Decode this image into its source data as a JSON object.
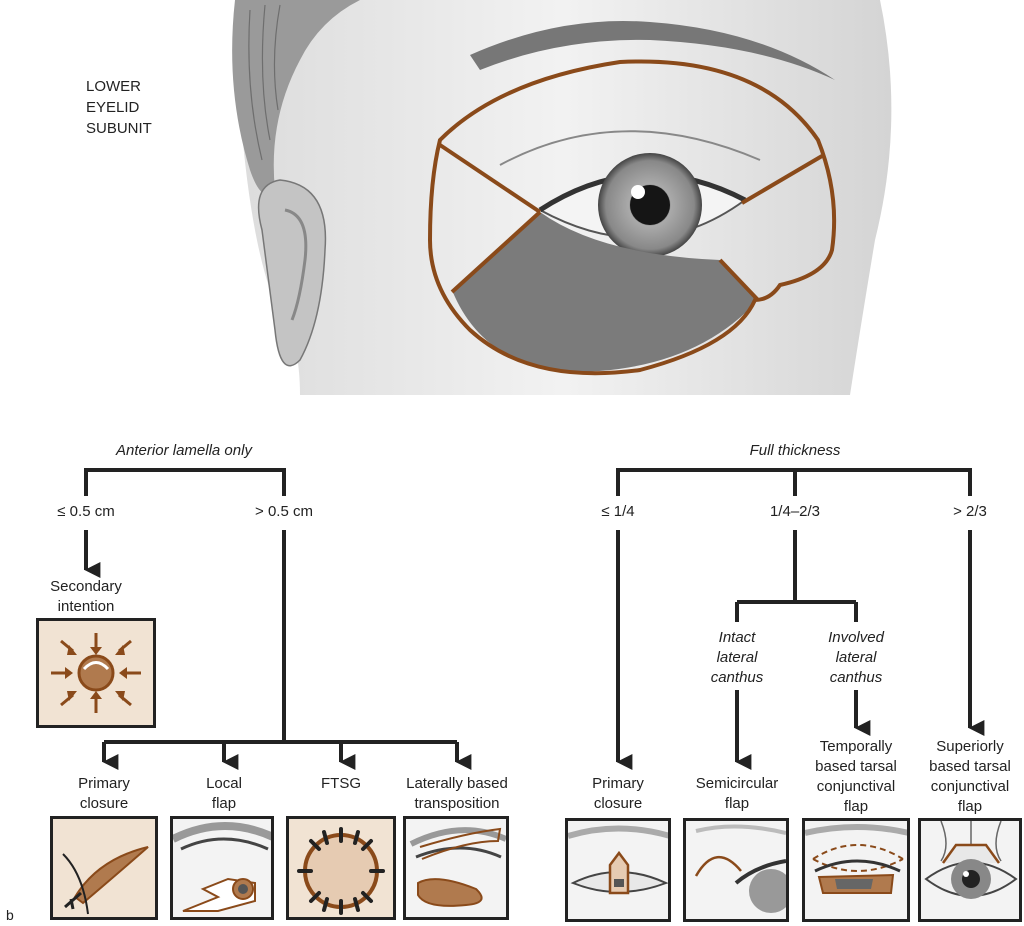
{
  "subunit_label": [
    "LOWER",
    "EYELID",
    "SUBUNIT"
  ],
  "colors": {
    "brown": "#8a4a1a",
    "shade": "#7b7b7b",
    "line": "#222222",
    "tan": "#f1e3d3"
  },
  "anterior": {
    "heading": "Anterior lamella only",
    "small": "≤ 0.5 cm",
    "large": "> 0.5 cm",
    "secondary_intention": [
      "Secondary",
      "intention"
    ]
  },
  "full": {
    "heading": "Full thickness",
    "q1": "≤ 1/4",
    "q2": "1/4–2/3",
    "q3": "> 2/3",
    "intact": [
      "Intact",
      "lateral",
      "canthus"
    ],
    "involved": [
      "Involved",
      "lateral",
      "canthus"
    ]
  },
  "options": {
    "primary_closure_a": [
      "Primary",
      "closure"
    ],
    "local_flap": [
      "Local",
      "flap"
    ],
    "ftsg": "FTSG",
    "laterally_based": [
      "Laterally based",
      "transposition"
    ],
    "primary_closure_b": [
      "Primary",
      "closure"
    ],
    "semicircular": [
      "Semicircular",
      "flap"
    ],
    "temporally_based": [
      "Temporally",
      "based tarsal",
      "conjunctival",
      "flap"
    ],
    "superiorly_based": [
      "Superiorly",
      "based tarsal",
      "conjunctival",
      "flap"
    ]
  },
  "figure_label": "b"
}
